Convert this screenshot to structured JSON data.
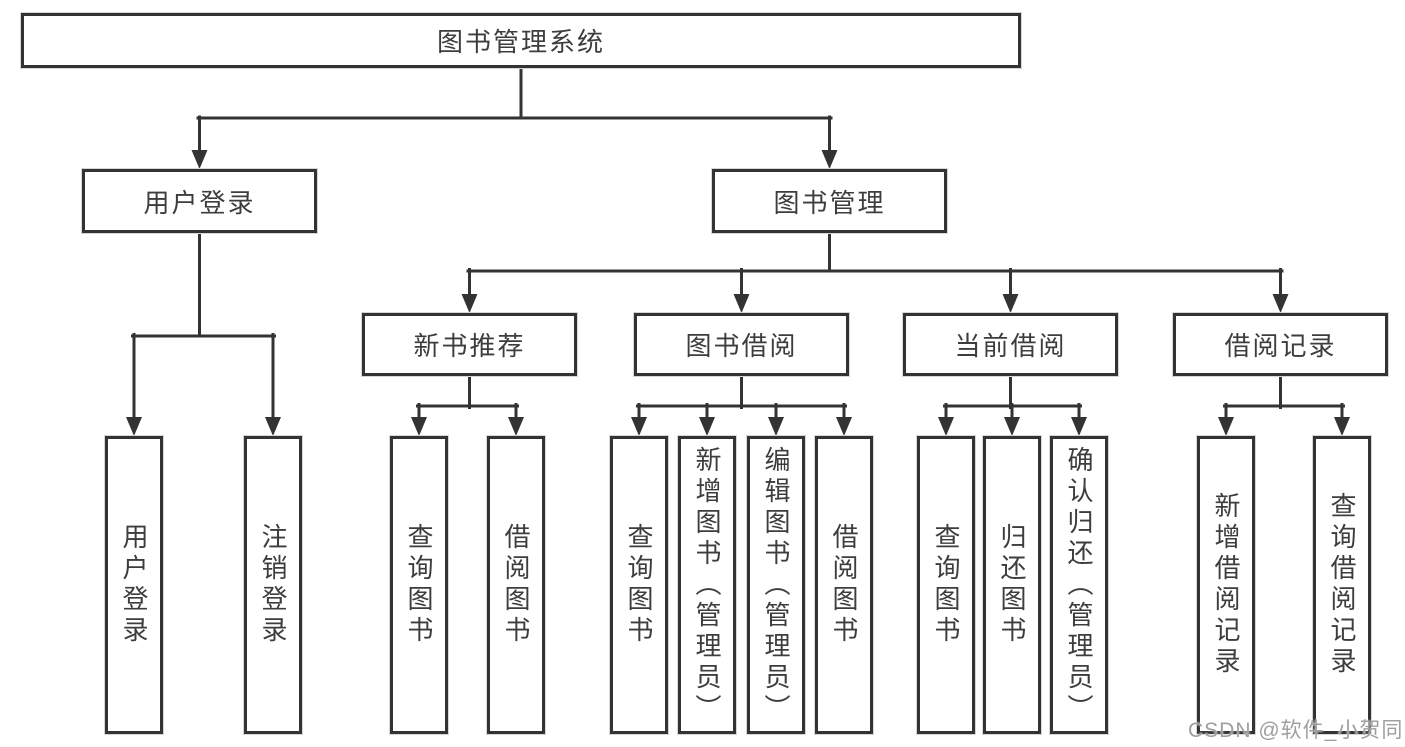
{
  "diagram": {
    "root": {
      "label": "图书管理系统"
    },
    "level2": [
      {
        "label": "用户登录"
      },
      {
        "label": "图书管理"
      }
    ],
    "level3": [
      {
        "label": "新书推荐"
      },
      {
        "label": "图书借阅"
      },
      {
        "label": "当前借阅"
      },
      {
        "label": "借阅记录"
      }
    ],
    "leaves": {
      "user_login": [
        "用户登录",
        "注销登录"
      ],
      "new_book": [
        "查询图书",
        "借阅图书"
      ],
      "book_borrow": [
        "查询图书",
        "新增图书（管理员）",
        "编辑图书（管理员）",
        "借阅图书"
      ],
      "current_borrow": [
        "查询图书",
        "归还图书",
        "确认归还（管理员）"
      ],
      "borrow_record": [
        "新增借阅记录",
        "查询借阅记录"
      ]
    }
  },
  "watermark": "CSDN @软件_小贺同学",
  "colors": {
    "line": "#333333",
    "text": "#3d3d3d",
    "watermark": "#9f9f9f",
    "background": "#ffffff"
  }
}
